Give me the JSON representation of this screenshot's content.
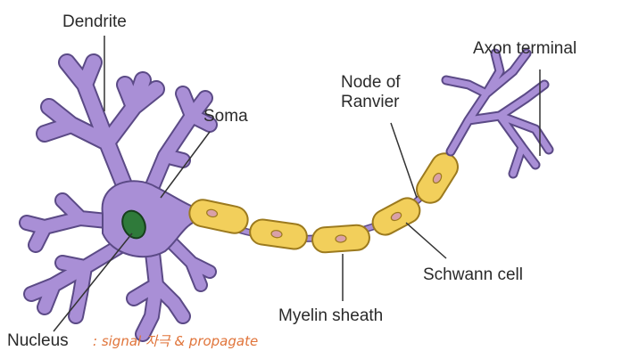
{
  "labels": {
    "dendrite": "Dendrite",
    "soma": "Soma",
    "node_line1": "Node of",
    "node_line2": "Ranvier",
    "axon_terminal": "Axon terminal",
    "schwann_cell": "Schwann cell",
    "myelin_sheath": "Myelin sheath",
    "nucleus": "Nucleus"
  },
  "annotation": ": signal 자극 & propagate",
  "colors": {
    "neuron_body": "#a98fd6",
    "neuron_outline": "#5b4a86",
    "myelin_fill": "#f2cf5b",
    "myelin_outline": "#9c7a1e",
    "nucleus_fill": "#2f7a3a",
    "nucleus_outline": "#173e1d",
    "schwann_nucleus": "#d9a0a8",
    "leader_line": "#333333",
    "label_text": "#2a2a2a",
    "annotation_text": "#e0743a"
  }
}
